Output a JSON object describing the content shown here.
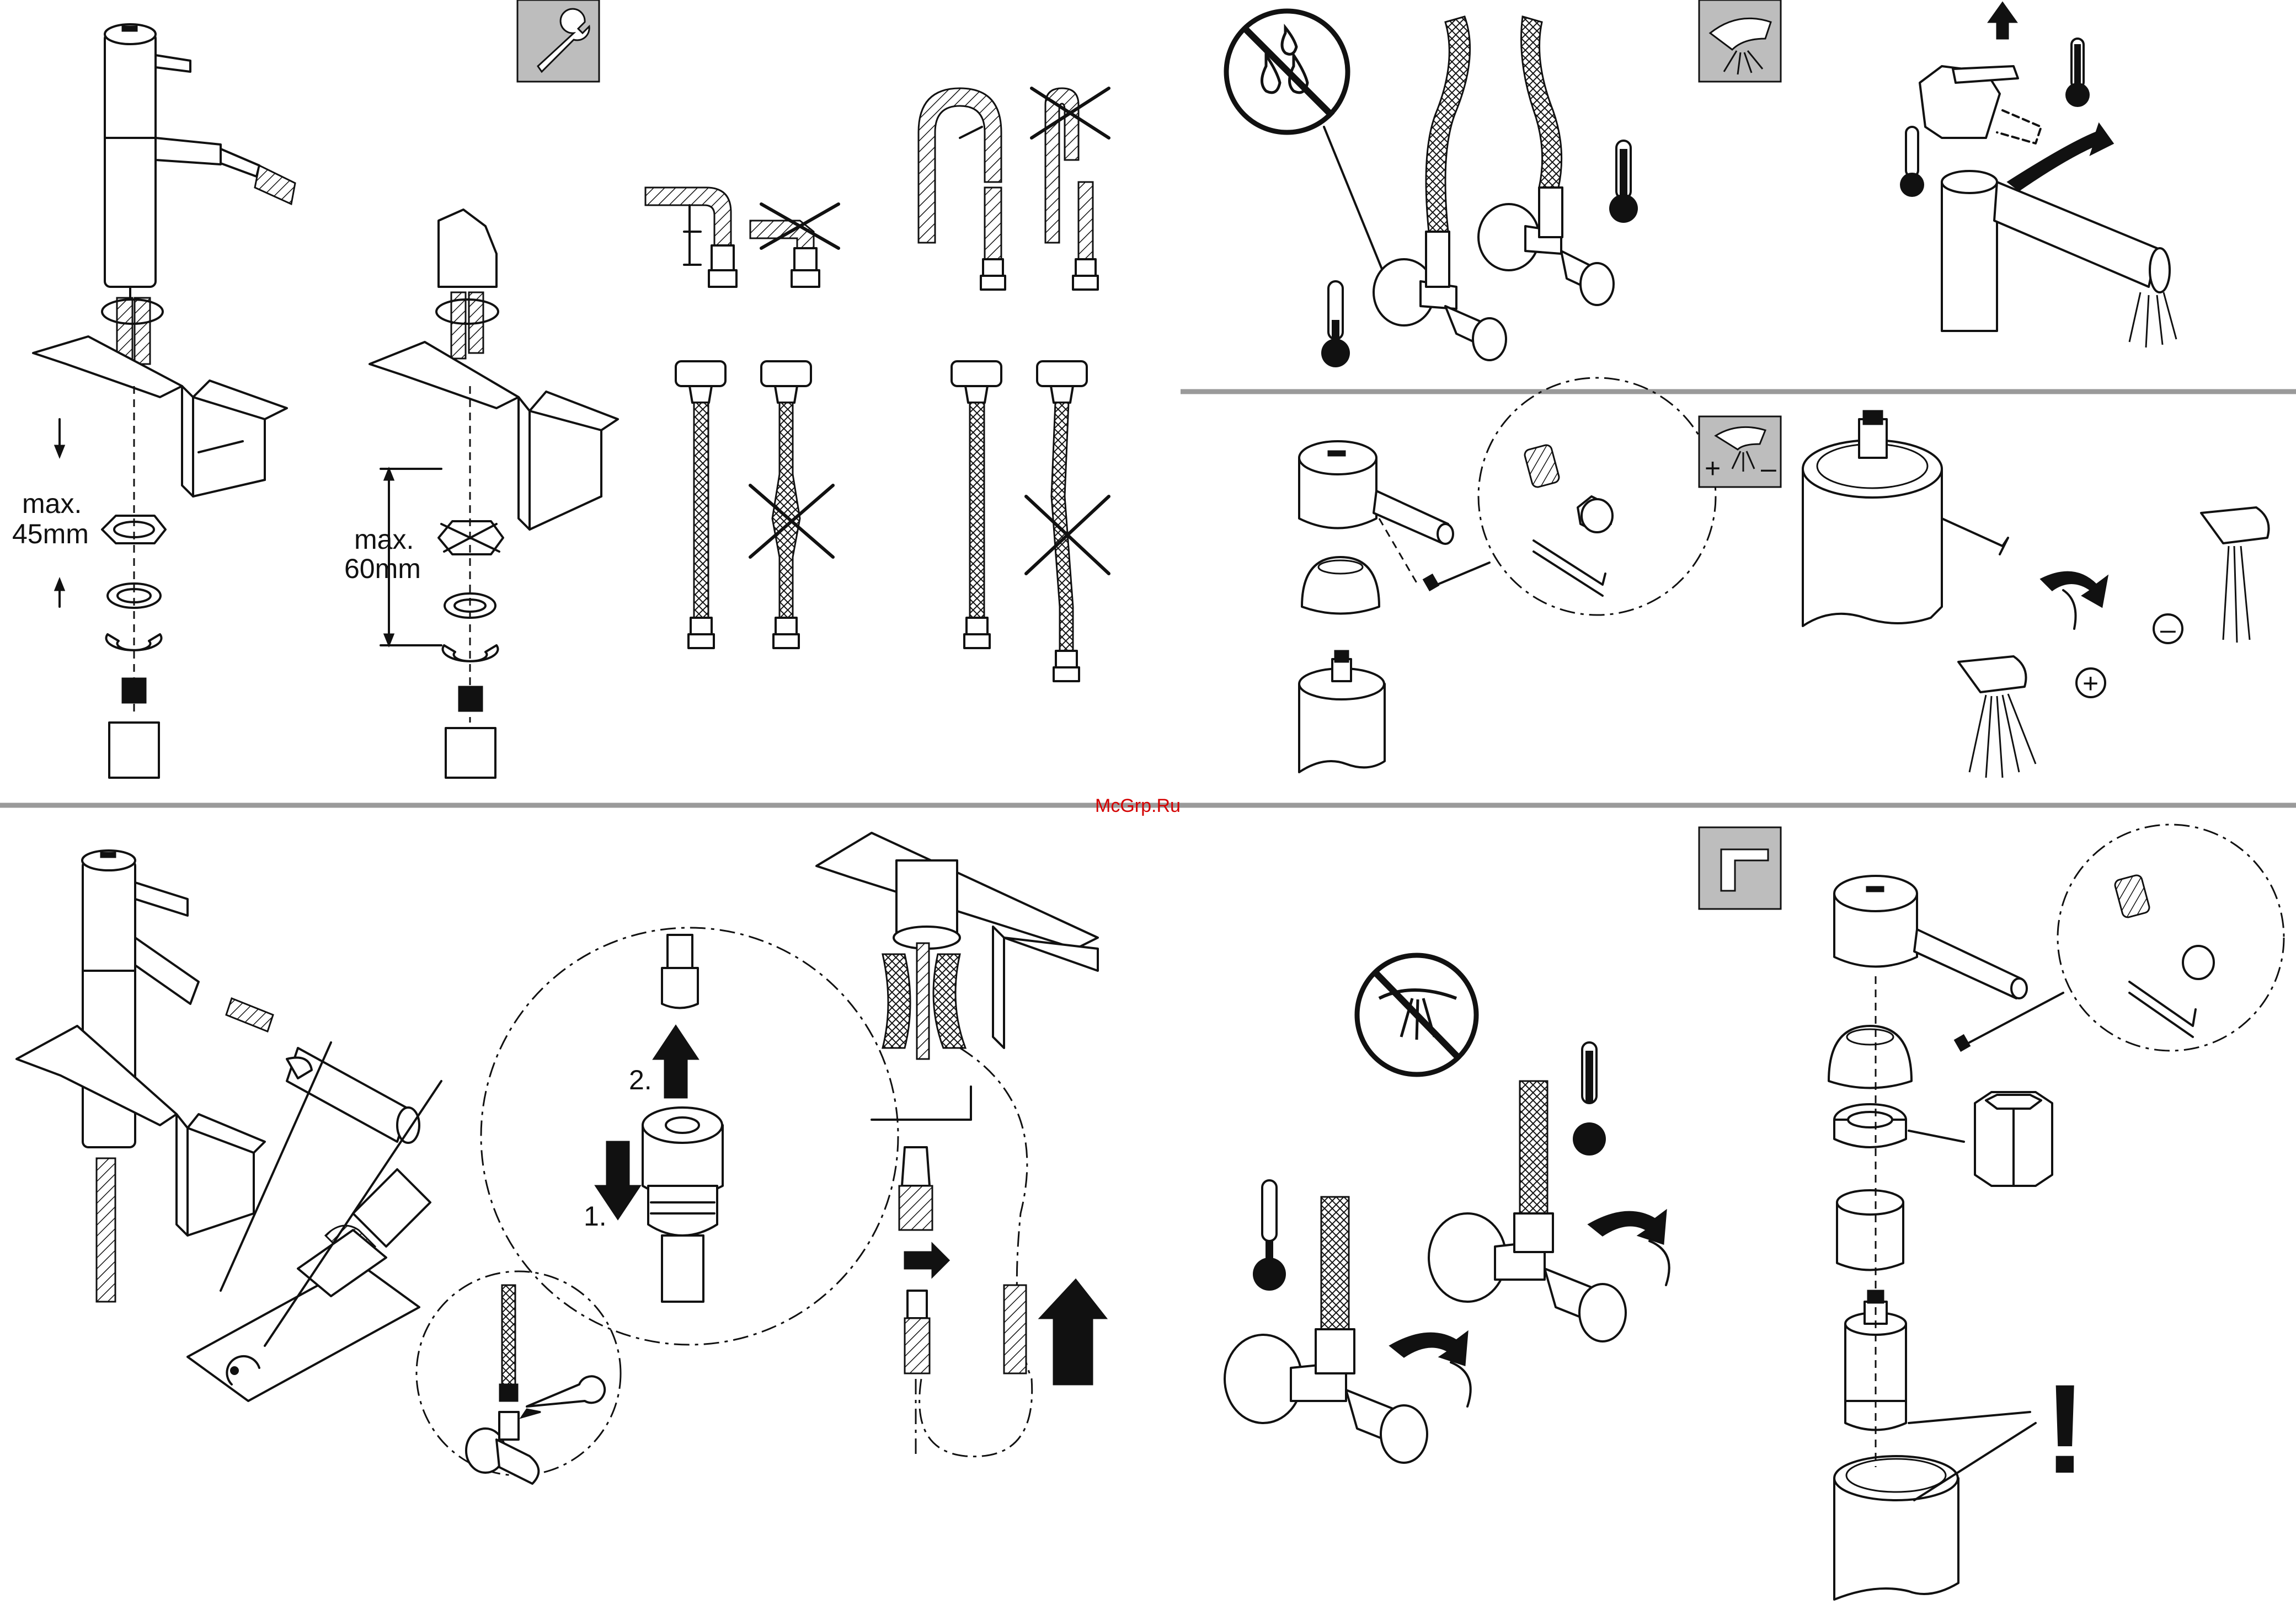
{
  "labels": {
    "max_45_line1": "max.",
    "max_45_line2": "45mm",
    "max_60_line1": "max.",
    "max_60_line2": "60mm",
    "step_1": "1.",
    "step_2": "2.",
    "plus_sign": "+",
    "minus_sign": "–",
    "plus_circle": "+",
    "minus_circle": "–",
    "exclamation": "!"
  },
  "watermark": "McGrp.Ru",
  "icons": {
    "wrench_box": "wrench-icon",
    "spout_box": "spout-spray-icon",
    "temperature_box": "spout-spray-plus-minus-icon",
    "allen_box": "allen-key-icon",
    "no_water_sign": "no-water-drops-icon",
    "no_spray_sign": "no-spray-icon",
    "hot": "thermometer-hot-icon",
    "cold": "thermometer-cold-icon"
  },
  "colors": {
    "line": "#111111",
    "separator": "#9a9a9a",
    "watermark": "#d40000",
    "icon_box": "#bdbdbd"
  }
}
